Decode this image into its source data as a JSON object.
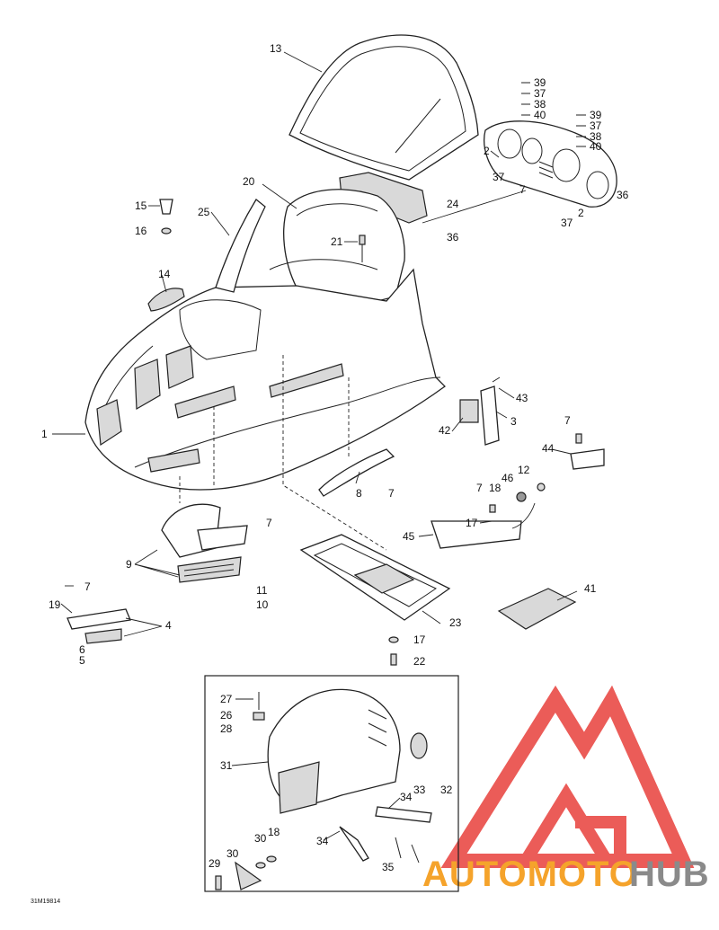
{
  "drawing_code": "31M19814",
  "watermark": {
    "part1": "AUTOMOTO",
    "part2": "HUB",
    "color_red": "#e8403c",
    "color_orange": "#f5a32b",
    "color_grey": "#8a8a8a"
  },
  "callouts": [
    "13",
    "39",
    "37",
    "38",
    "40",
    "39",
    "37",
    "38",
    "40",
    "2",
    "37",
    "7",
    "36",
    "2",
    "37",
    "24",
    "36",
    "20",
    "15",
    "16",
    "25",
    "21",
    "14",
    "1",
    "43",
    "3",
    "42",
    "7",
    "44",
    "8",
    "7",
    "12",
    "46",
    "7",
    "18",
    "17",
    "45",
    "7",
    "9",
    "11",
    "10",
    "7",
    "19",
    "4",
    "6",
    "5",
    "41",
    "23",
    "17",
    "22",
    "27",
    "26",
    "28",
    "31",
    "33",
    "32",
    "34",
    "34",
    "35",
    "29",
    "30",
    "30",
    "18"
  ]
}
